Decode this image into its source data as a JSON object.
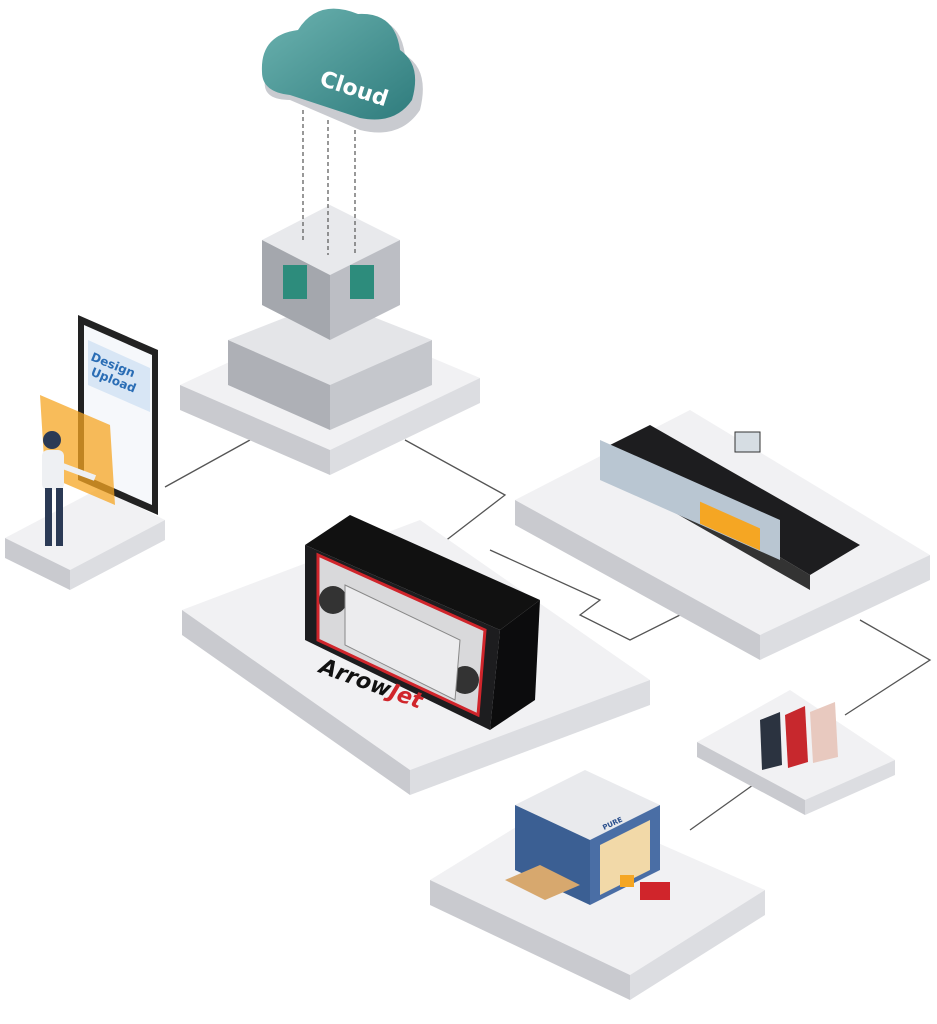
{
  "cloud": {
    "label": "Cloud"
  },
  "tablet": {
    "line1": "Design",
    "line2": "Upload"
  },
  "printer": {
    "logo": "ArrowJet",
    "logo_part1": "Arrow",
    "logo_part2": "Jet"
  },
  "warehouse": {
    "sign": "PURE"
  },
  "colors": {
    "platform_top": "#f1f1f3",
    "platform_side": "#d3d4d8",
    "cloud": "#3f8f8f",
    "server_glow": "#5fc7b0",
    "printer_red": "#d0252b",
    "printer_body": "#1d1d1f",
    "tablet_blue": "#2a6db5",
    "accent_orange": "#f5a623",
    "warehouse_blue": "#3b5f93"
  }
}
